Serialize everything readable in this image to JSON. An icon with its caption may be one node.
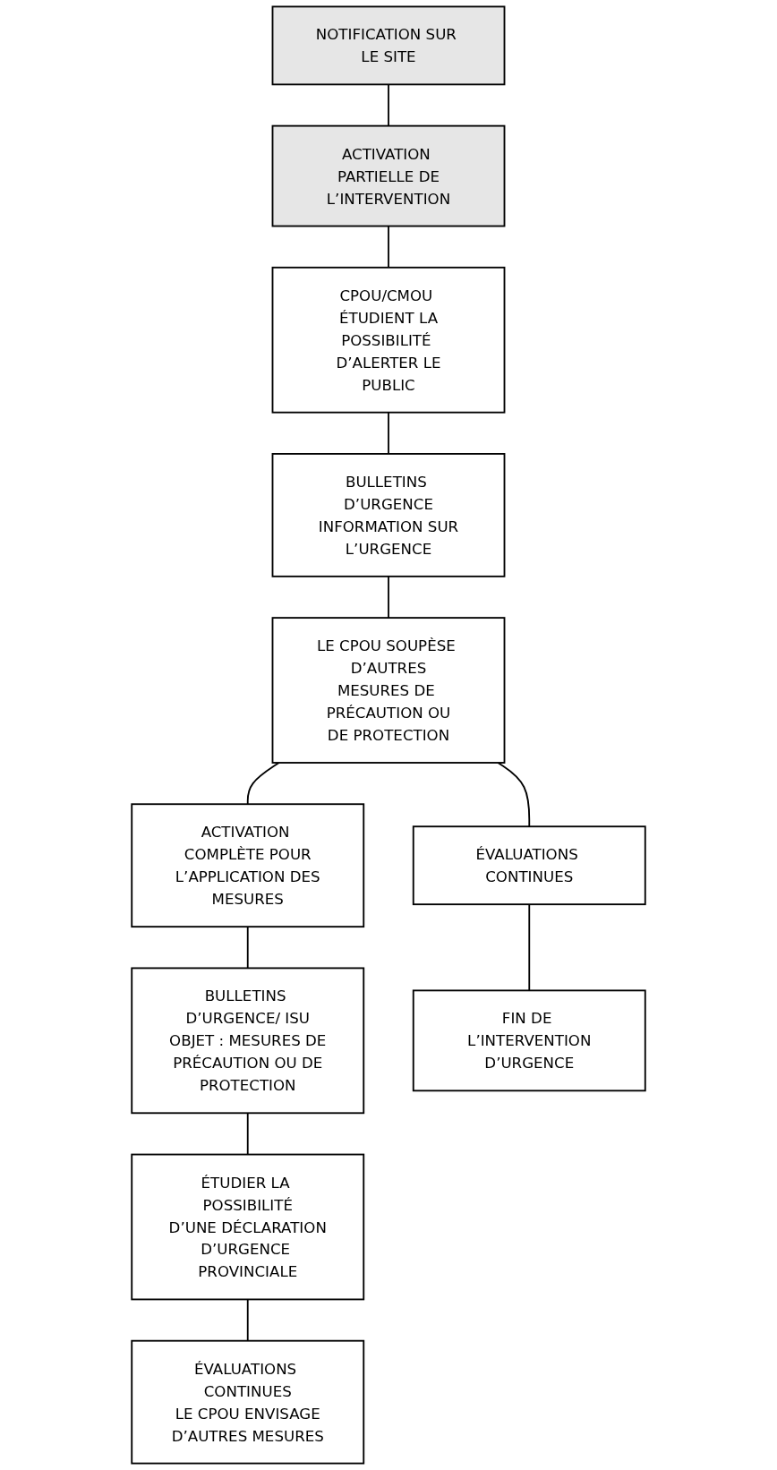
{
  "diagram": {
    "nodes": [
      {
        "text": [
          "NOTIFICATION SUR LE SITE"
        ]
      },
      {
        "text": [
          "ACTIVATION PARTIELLE DE L’INTERVENTION"
        ]
      },
      {
        "text": [
          "CPOU/CMOU ÉTUDIENT LA POSSIBILITÉ D’ALERTER LE PUBLIC"
        ]
      },
      {
        "text": [
          "BULLETINS D’URGENCE INFORMATION SUR L’URGENCE"
        ]
      },
      {
        "text": [
          "LE CPOU SOUPÈSE D’AUTRES MESURES DE PRÉCAUTION OU DE PROTECTION"
        ]
      },
      {
        "text": [
          "ACTIVATION COMPLÈTE POUR L’APPLICATION DES MESURES"
        ]
      },
      {
        "text": [
          "BULLETINS D’URGENCE/ ISU",
          "OBJET : MESURES DE PRÉCAUTION OU DE PROTECTION"
        ]
      },
      {
        "text": [
          "ÉTUDIER LA POSSIBILITÉ D’UNE DÉCLARATION D’URGENCE PROVINCIALE"
        ]
      },
      {
        "text": [
          "ÉVALUATIONS CONTINUES"
        ]
      },
      {
        "text": [
          "ÉVALUATIONS CONTINUES",
          "LE CPOU ENVISAGE D’AUTRES MESURES"
        ]
      },
      {
        "text": [
          "FIN DE L’INTERVENTION D’URGENCE"
        ]
      }
    ],
    "edges": [
      {
        "from": 0,
        "to": 1,
        "arrow": "none"
      },
      {
        "from": 1,
        "to": 2,
        "arrow": "none"
      },
      {
        "from": 2,
        "to": 3,
        "arrow": "none"
      },
      {
        "from": 3,
        "to": 4,
        "arrow": "none"
      },
      {
        "from": 4,
        "to": 5,
        "arrow": "none"
      },
      {
        "from": 5,
        "to": 6,
        "arrow": "none"
      },
      {
        "from": 6,
        "to": 7,
        "arrow": "none"
      },
      {
        "from": 7,
        "to": 9,
        "arrow": "none"
      },
      {
        "from": 4,
        "to": 8,
        "arrow": "none"
      },
      {
        "from": 8,
        "to": 10,
        "arrow": "none"
      }
    ]
  }
}
